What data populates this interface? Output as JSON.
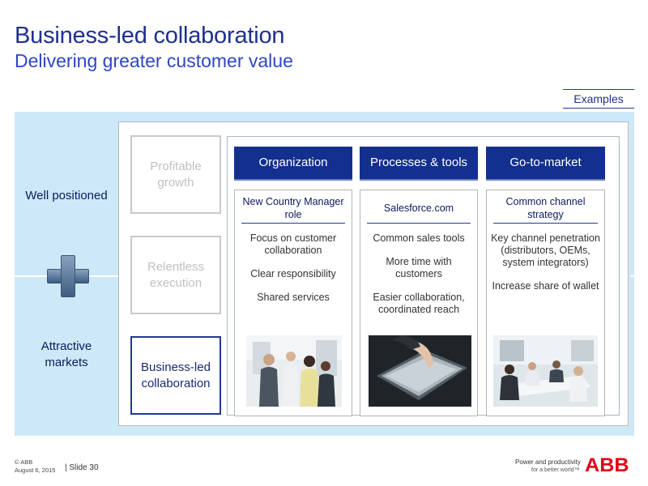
{
  "slide": {
    "title": "Business-led collaboration",
    "subtitle": "Delivering greater customer value",
    "examples_label": "Examples"
  },
  "side_labels": {
    "well_positioned": "Well positioned",
    "attractive_markets": "Attractive markets"
  },
  "pillars": [
    {
      "label": "Profitable growth",
      "highlighted": false
    },
    {
      "label": "Relentless execution",
      "highlighted": false
    },
    {
      "label": "Business-led collaboration",
      "highlighted": true
    }
  ],
  "columns": [
    {
      "header": "Organization",
      "example": "New Country Manager role",
      "bullets": [
        "Focus on customer collaboration",
        "Clear responsibility",
        "Shared services"
      ],
      "photo_icon": "people-meeting-photo"
    },
    {
      "header": "Processes & tools",
      "example": "Salesforce.com",
      "bullets": [
        "Common sales tools",
        "More time with customers",
        "Easier collaboration, coordinated reach"
      ],
      "photo_icon": "tablet-touch-photo"
    },
    {
      "header": "Go-to-market",
      "example": "Common channel strategy",
      "bullets": [
        "Key channel penetration (distributors, OEMs, system integrators)",
        "Increase share of wallet"
      ],
      "photo_icon": "conference-room-photo"
    }
  ],
  "footer": {
    "copyright": "© ABB",
    "date": "August 6, 2015",
    "slide_number": "| Slide 30",
    "tagline_1": "Power and productivity",
    "tagline_2": "for a better world™",
    "logo": "ABB"
  },
  "colors": {
    "title_blue": "#1f2f8f",
    "header_blue": "#13308f",
    "panel_bg": "#cde8f7",
    "abb_red": "#e2001a"
  }
}
